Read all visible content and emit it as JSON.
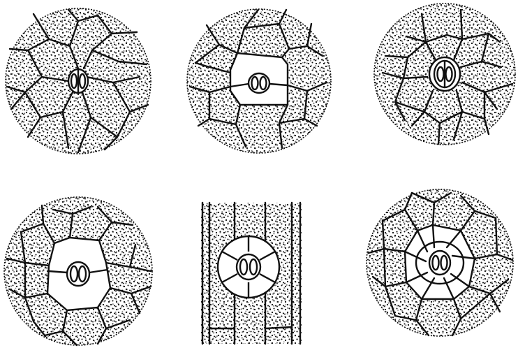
{
  "figure": {
    "background_color": "#ffffff",
    "ink_color": "#111111",
    "panels": [
      {
        "id": "a",
        "kind": "circular-disc",
        "center_shape": "small stomata, no clearing"
      },
      {
        "id": "b",
        "kind": "circular-disc",
        "center_shape": "stomata in irregular clear area"
      },
      {
        "id": "c",
        "kind": "circular-disc",
        "center_shape": "stomata ringed by small cells"
      },
      {
        "id": "d",
        "kind": "circular-disc",
        "center_shape": "stomata in large clear area"
      },
      {
        "id": "e",
        "kind": "rectangular-strip",
        "center_shape": "stomata in ring with radial walls"
      },
      {
        "id": "f",
        "kind": "circular-disc",
        "center_shape": "stomata in ring of radial cells"
      }
    ]
  }
}
